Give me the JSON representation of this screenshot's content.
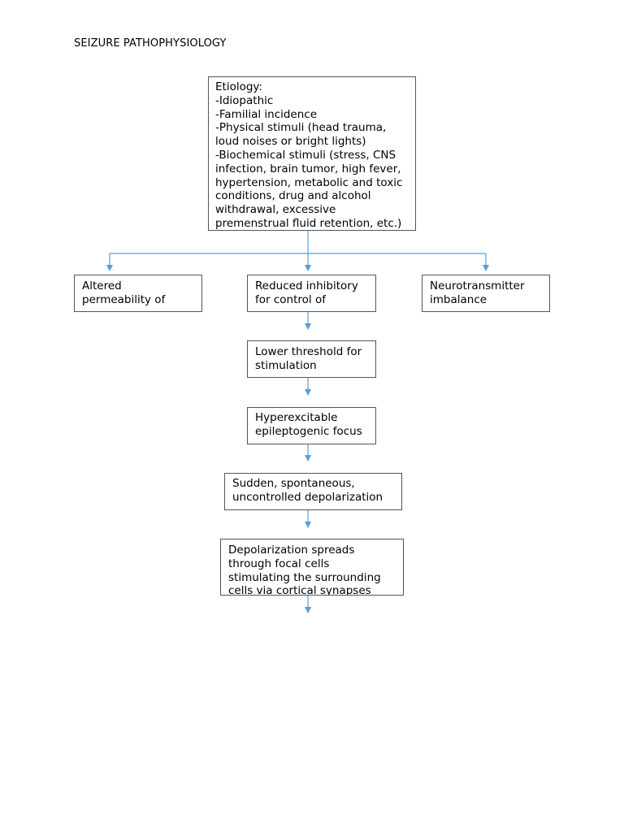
{
  "page_title": "SEIZURE PATHOPHYSIOLOGY",
  "colors": {
    "arrow": "#5b9bd5",
    "box_border": "#555555"
  },
  "nodes": {
    "etiology": {
      "lines": [
        "Etiology:",
        "-Idiopathic",
        "-Familial incidence",
        "-Physical stimuli (head trauma,",
        "loud noises or bright lights)",
        "-Biochemical stimuli (stress, CNS",
        "infection, brain tumor, high fever,",
        "hypertension, metabolic and toxic",
        "conditions, drug and alcohol",
        "withdrawal, excessive",
        "premenstrual fluid retention, etc.)"
      ]
    },
    "altered_permeability": {
      "lines": [
        "Altered",
        "permeability of"
      ]
    },
    "reduced_inhibitory": {
      "lines": [
        "Reduced inhibitory",
        "for control of"
      ]
    },
    "neurotransmitter": {
      "lines": [
        "Neurotransmitter",
        "imbalance"
      ]
    },
    "lower_threshold": {
      "lines": [
        "Lower threshold for",
        "stimulation"
      ]
    },
    "hyperexcitable": {
      "lines": [
        "Hyperexcitable",
        "epileptogenic focus"
      ]
    },
    "sudden_depolarization": {
      "lines": [
        "Sudden, spontaneous,",
        "uncontrolled depolarization"
      ]
    },
    "depolarization_spreads": {
      "lines": [
        "Depolarization spreads",
        "through focal cells",
        "stimulating the surrounding",
        "cells via cortical synapses"
      ]
    }
  }
}
